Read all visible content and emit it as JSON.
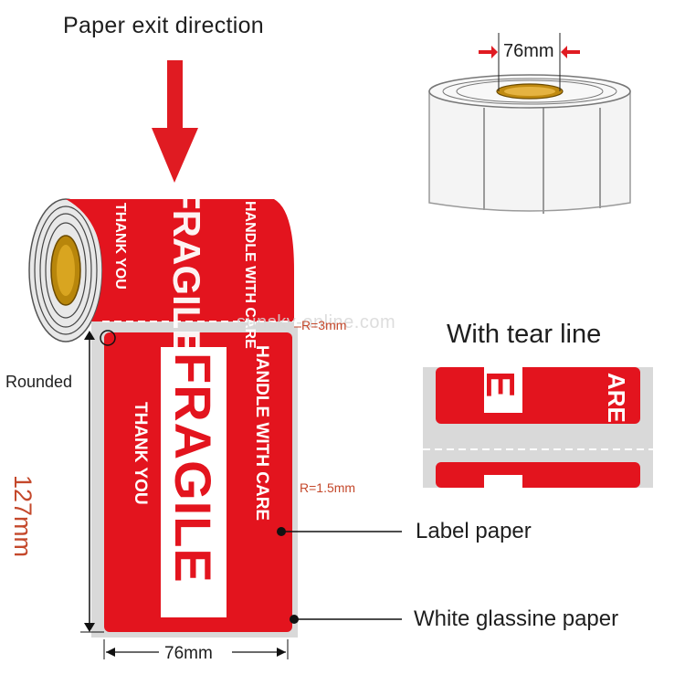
{
  "header": {
    "title": "Paper exit direction"
  },
  "watermark": {
    "text": "sunsky-online.com"
  },
  "labels": {
    "rounded": "Rounded",
    "height_dim": "127mm",
    "width_dim_bottom": "76mm",
    "width_dim_top": "76mm",
    "radius_top": "R=3mm",
    "radius_mid": "R=1.5mm",
    "label_paper": "Label paper",
    "glassine_paper": "White glassine paper",
    "tear_line_title": "With tear line"
  },
  "sticker": {
    "main_word": "FRAGILE",
    "line1": "HANDLE WITH CARE",
    "line2": "THANK YOU",
    "top_main_fragment": "FRAGILE",
    "top_line1_fragment": "HANDLE WITH CARE",
    "top_line2_fragment": "THANK YOU",
    "tear_fragment_1": "ARE",
    "tear_fragment_2": "E"
  },
  "colors": {
    "label_red": "#e3141e",
    "arrow_red": "#e01b22",
    "dimension_red": "#c4482b",
    "glassine_gray": "#d9d9d9"
  }
}
